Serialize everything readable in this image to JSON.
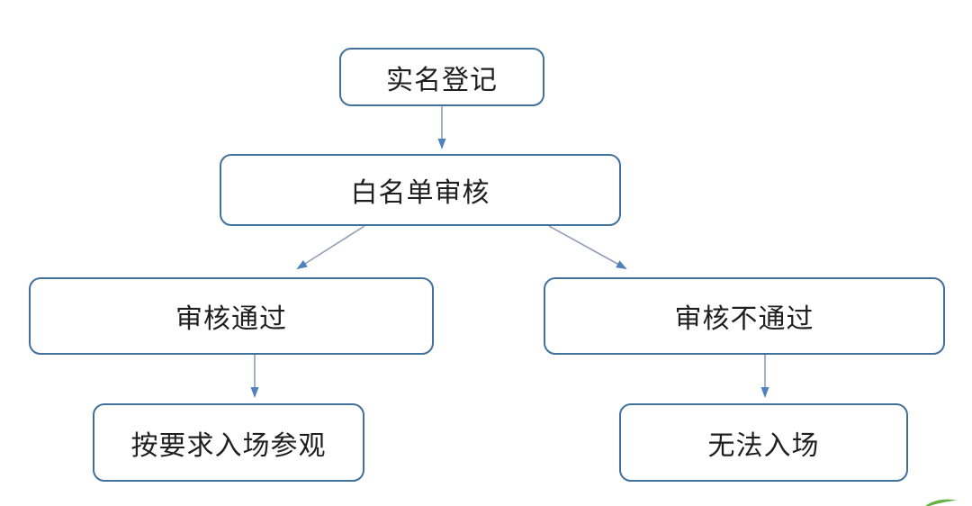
{
  "diagram": {
    "type": "flowchart",
    "background_color": "#ffffff",
    "node_border_color": "#41719c",
    "node_fill_color": "#ffffff",
    "node_text_color": "#1f1f1f",
    "arrow_line_color": "#8fa0b8",
    "arrow_head_color": "#4f81bd",
    "nodes": [
      {
        "id": "register",
        "label": "实名登记"
      },
      {
        "id": "whitelist-review",
        "label": "白名单审核"
      },
      {
        "id": "review-passed",
        "label": "审核通过"
      },
      {
        "id": "review-failed",
        "label": "审核不通过"
      },
      {
        "id": "enter-as-required",
        "label": "按要求入场参观"
      },
      {
        "id": "cannot-enter",
        "label": "无法入场"
      }
    ],
    "edges": [
      {
        "from": "register",
        "to": "whitelist-review"
      },
      {
        "from": "whitelist-review",
        "to": "review-passed"
      },
      {
        "from": "whitelist-review",
        "to": "review-failed"
      },
      {
        "from": "review-passed",
        "to": "enter-as-required"
      },
      {
        "from": "review-failed",
        "to": "cannot-enter"
      }
    ],
    "watermark": {
      "name": "green-swoosh",
      "color": "#67b346"
    }
  }
}
